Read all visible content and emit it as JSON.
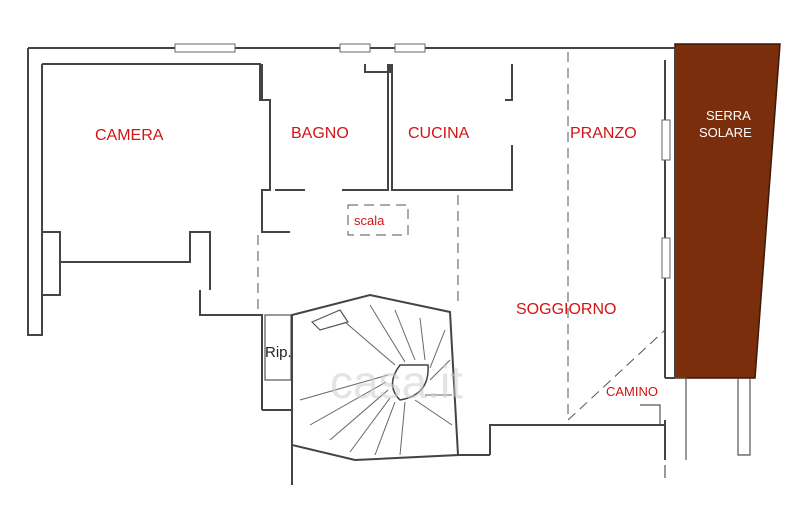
{
  "rooms": {
    "camera": "CAMERA",
    "bagno": "BAGNO",
    "cucina": "CUCINA",
    "pranzo": "PRANZO",
    "soggiorno": "SOGGIORNO",
    "scala": "scala",
    "rip": "Rip.",
    "camino": "CAMINO",
    "serra_line1": "SERRA",
    "serra_line2": "SOLARE"
  },
  "watermark": "casa.it",
  "colors": {
    "label_red": "#d21414",
    "serra_fill": "#7a2e0c",
    "wall": "#444444"
  }
}
